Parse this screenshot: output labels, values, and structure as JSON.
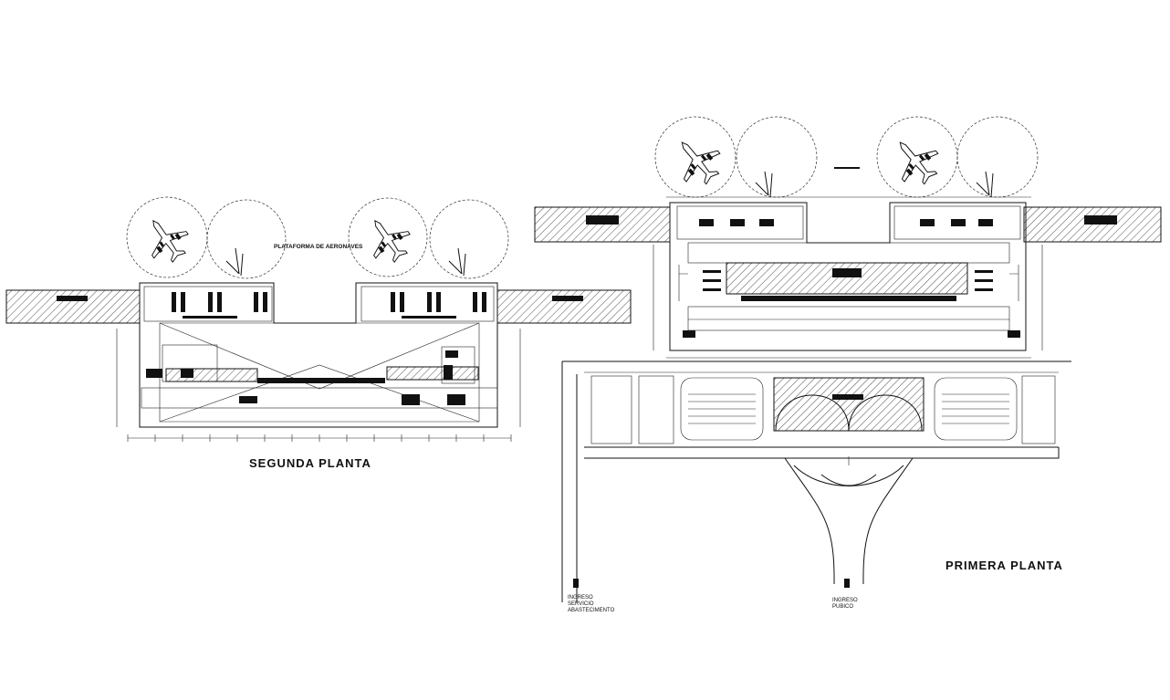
{
  "plans": {
    "second_floor": {
      "title": "SEGUNDA PLANTA",
      "apron_label": "PLATAFORMA DE AERONAVES"
    },
    "first_floor": {
      "title": "PRIMERA PLANTA",
      "entrance_service": [
        "INGRESO",
        "SERVICIO",
        "ABASTECIMENTO"
      ],
      "entrance_public": [
        "INGRESO",
        "PUBICO"
      ]
    }
  },
  "colors": {
    "ink": "#111111",
    "background": "#ffffff"
  },
  "icons": [
    "aircraft-icon"
  ]
}
